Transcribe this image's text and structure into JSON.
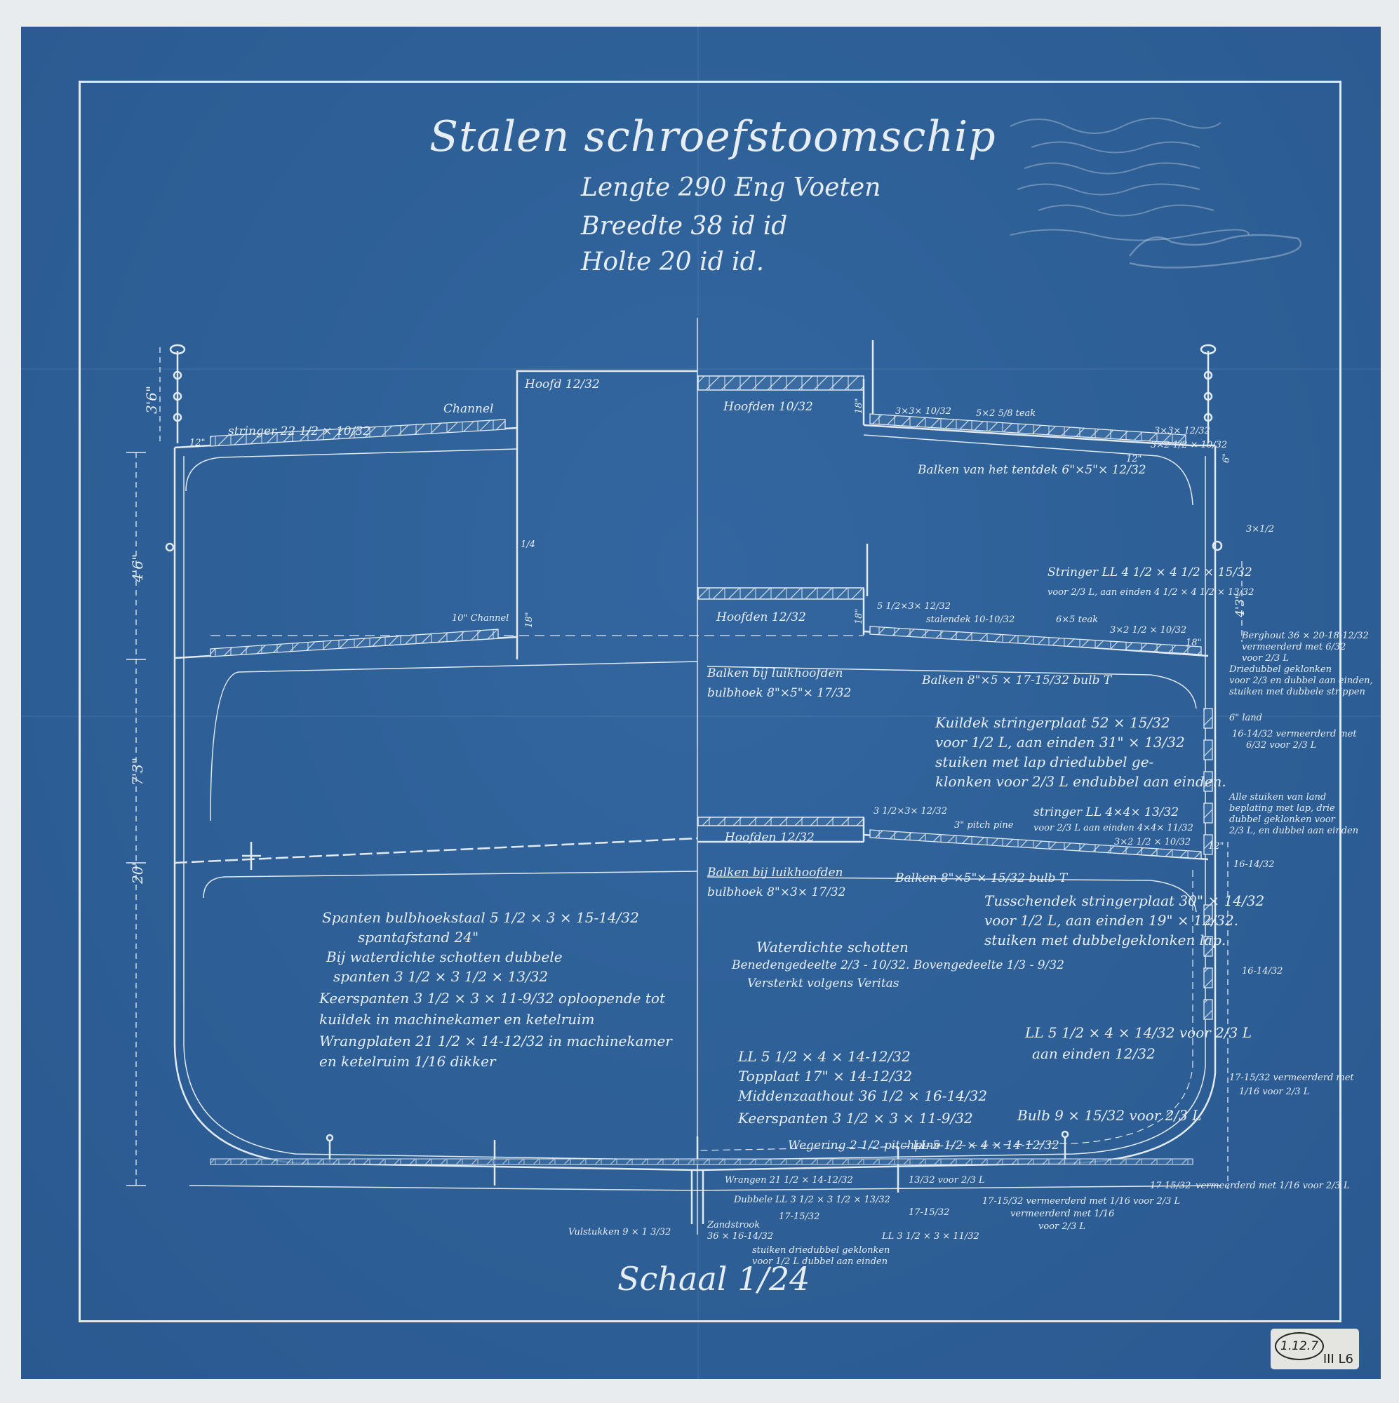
{
  "title": "Stalen schroefstoomschip",
  "dimensions": {
    "length": "Lengte 290 Eng Voeten",
    "breadth": "Breedte 38 id  id",
    "depth": "Holte 20 id  id."
  },
  "scale": "Schaal 1/24",
  "stamp": {
    "number": "1.12.7",
    "code": "III L6"
  },
  "colors": {
    "paper": "#2f6198",
    "ink": "#e6eef4"
  },
  "dims": {
    "rail": "3'6\"",
    "upper": "4'6\"",
    "middle": "7'3\"",
    "lower": "20'",
    "right_upper": "4'3\"",
    "h18a": "18\"",
    "h18b": "18\"",
    "h18c": "18\"",
    "w12a": "12\"",
    "w12b": "12\"",
    "w12c": "12\"",
    "w18": "18\"",
    "rail_right": "6\"",
    "inset": "1/4"
  },
  "upper_deck": {
    "stringer": "stringer 22 1/2 × 10/32",
    "channel": "Channel",
    "hoofd": "Hoofd 12/32",
    "hoofden": "Hoofden 10/32",
    "angle1": "3×3× 10/32",
    "teak": "5×2 5/8 teak",
    "angle2": "3×3× 12/32",
    "angle3": "3×2 1/2 × 10/32",
    "beams": "Balken van het tentdek 6\"×5\"× 12/32",
    "bar": "3×1/2"
  },
  "main_deck": {
    "channel": "10\" Channel",
    "hoofden": "Hoofden 12/32",
    "angle": "5 1/2×3× 12/32",
    "stalendek": "stalendek 10-10/32",
    "teak": "6×5 teak",
    "angle2": "3×2 1/2 × 10/32",
    "stringer1": "Stringer LL 4 1/2 × 4 1/2 × 15/32",
    "stringer2": "voor 2/3 L, aan einden 4 1/2 × 4 1/2 × 13/32",
    "beams_hatch1": "Balken bij luikhoofden",
    "beams_hatch2": "bulbhoek 8\"×5\"× 17/32",
    "beams": "Balken 8\"×5 × 17-15/32 bulb T",
    "berghout": [
      "Berghout 36 × 20-18-12/32",
      "vermeerderd met 6/32",
      "voor 2/3 L",
      "Driedubbel geklonken",
      "voor 2/3 en dubbel aan einden,",
      "stuiken met dubbele strippen"
    ]
  },
  "kuildek": [
    "Kuildek stringerplaat 52 × 15/32",
    "voor 1/2 L, aan einden 31\" × 13/32",
    "stuiken met lap driedubbel ge-",
    "klonken voor 2/3 L endubbel aan einden."
  ],
  "side_notes": {
    "land": "6\" land",
    "sheer1": "16-14/32 vermeerderd met",
    "sheer2": "6/32 voor 2/3 L",
    "alle": [
      "Alle stuiken van land",
      "beplating met lap, drie",
      "dubbel geklonken voor",
      "2/3 L, en dubbel aan einden"
    ],
    "plate1": "16-14/32",
    "plate2": "16-14/32",
    "bilge1": "17-15/32 vermeerderd met",
    "bilge2": "1/16 voor 2/3 L"
  },
  "lower_deck": {
    "stringer1": "stringer LL 4×4× 13/32",
    "stringer2": "voor 2/3 L aan einden 4×4× 11/32",
    "angle": "3×2 1/2 × 10/32",
    "small1": "3 1/2×3× 12/32",
    "small2": "3\" pitch pine",
    "hoofden": "Hoofden 12/32",
    "beams_hatch1": "Balken bij luikhoofden",
    "beams_hatch2": "bulbhoek 8\"×3× 17/32",
    "beams": "Balken 8\"×5\"× 15/32 bulb T",
    "tusschendek": [
      "Tusschendek stringerplaat 30\" × 14/32",
      "voor 1/2 L, aan einden 19\" × 12/32.",
      "stuiken met dubbelgeklonken lap."
    ]
  },
  "frames_note": [
    "Spanten bulbhoekstaal 5 1/2 × 3 × 15-14/32",
    "spantafstand 24\"",
    "Bij waterdichte schotten dubbele",
    "spanten 3 1/2 × 3 1/2 × 13/32",
    "Keerspanten 3 1/2 × 3 × 11-9/32 oploopende tot",
    "kuildek in machinekamer en ketelruim",
    "Wrangplaten 21 1/2 × 14-12/32 in machinekamer",
    "en ketelruim 1/16 dikker"
  ],
  "bulkheads": [
    "Waterdichte schotten",
    "Benedengedeelte 2/3 - 10/32. Bovengedeelte 1/3 - 9/32",
    "Versterkt volgens Veritas"
  ],
  "bottom": {
    "ll_right1": "LL 5 1/2 × 4 × 14/32 voor 2/3 L",
    "ll_right2": "aan einden 12/32",
    "keelson": [
      "LL 5 1/2 × 4 × 14-12/32",
      "Topplaat 17\" × 14-12/32",
      "Middenzaathout 36 1/2 × 16-14/32",
      "Keerspanten 3 1/2 × 3 × 11-9/32"
    ],
    "bulb": "Bulb 9 × 15/32 voor 2/3 L",
    "ceiling": "Wegering 2 1/2 pitchpine",
    "ll_floor": "LL 5 1/2 × 4 × 14-12/32",
    "floors": "Wrangen 21 1/2 × 14-12/32",
    "keel_plate": "13/32 voor 2/3 L",
    "double_ll": "Dubbele LL 3 1/2 × 3 1/2 × 13/32",
    "shell1": "17-15/32",
    "shell1_note": "vermeerderd met 1/16 voor 2/3 L",
    "shell2": "17-15/32",
    "shell3": "17-15/32",
    "shell4": "17-15/32 vermeerderd met 1/16 voor 2/3 L",
    "shell4b": "vermeerderd met 1/16",
    "shell4c": "voor 2/3 L",
    "filler": "Vulstukken 9 × 1 3/32",
    "garboard1": "Zandstrook",
    "garboard2": "36 × 16-14/32",
    "ll_keel": "LL 3 1/2 × 3 × 11/32",
    "butts": [
      "stuiken driedubbel geklonken",
      "voor 1/2 L dubbel aan einden"
    ]
  }
}
